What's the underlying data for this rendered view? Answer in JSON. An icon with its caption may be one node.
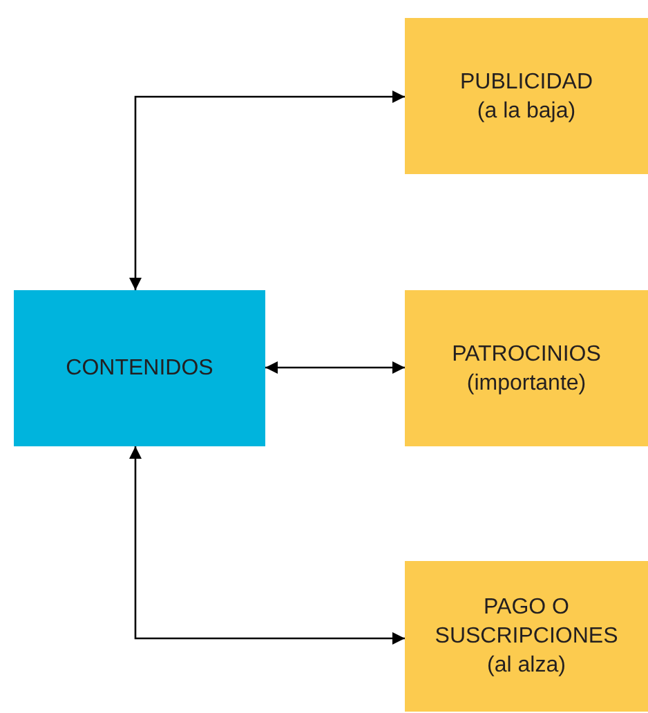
{
  "diagram": {
    "nodes": [
      {
        "text": [
          "CONTENIDOS"
        ]
      },
      {
        "text": [
          "PUBLICIDAD",
          "(a la baja)"
        ]
      },
      {
        "text": [
          "PATROCINIOS",
          "(importante)"
        ]
      },
      {
        "text": [
          "PAGO O SUSCRIPCIONES",
          "(al alza)"
        ]
      }
    ],
    "edges": [
      {
        "from": 0,
        "to": 1,
        "arrow": "both"
      },
      {
        "from": 0,
        "to": 2,
        "arrow": "both"
      },
      {
        "from": 0,
        "to": 3,
        "arrow": "both"
      }
    ]
  }
}
